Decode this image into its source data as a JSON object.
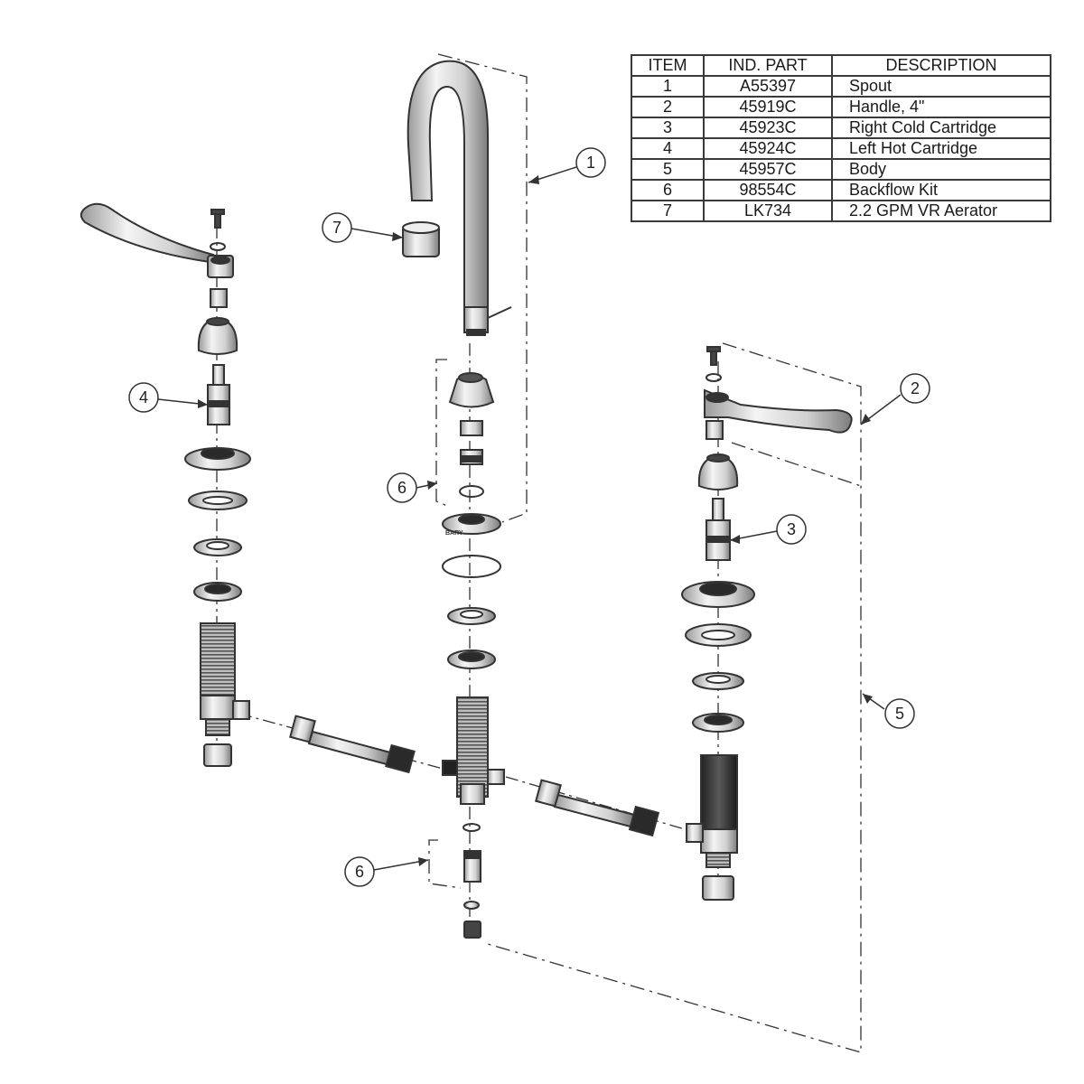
{
  "table": {
    "headers": [
      "ITEM",
      "IND. PART",
      "DESCRIPTION"
    ],
    "rows": [
      {
        "item": "1",
        "part": "A55397",
        "description": "Spout"
      },
      {
        "item": "2",
        "part": "45919C",
        "description": "Handle, 4\""
      },
      {
        "item": "3",
        "part": "45923C",
        "description": "Right Cold Cartridge"
      },
      {
        "item": "4",
        "part": "45924C",
        "description": "Left Hot Cartridge"
      },
      {
        "item": "5",
        "part": "45957C",
        "description": "Body"
      },
      {
        "item": "6",
        "part": "98554C",
        "description": "Backflow Kit"
      },
      {
        "item": "7",
        "part": "LK734",
        "description": "2.2 GPM VR Aerator"
      }
    ]
  },
  "callouts": {
    "spout": "1",
    "handle": "2",
    "right_cartridge": "3",
    "left_cartridge": "4",
    "body": "5",
    "backflow_upper": "6",
    "backflow_lower": "6",
    "aerator": "7"
  },
  "logo_text": "BARY"
}
